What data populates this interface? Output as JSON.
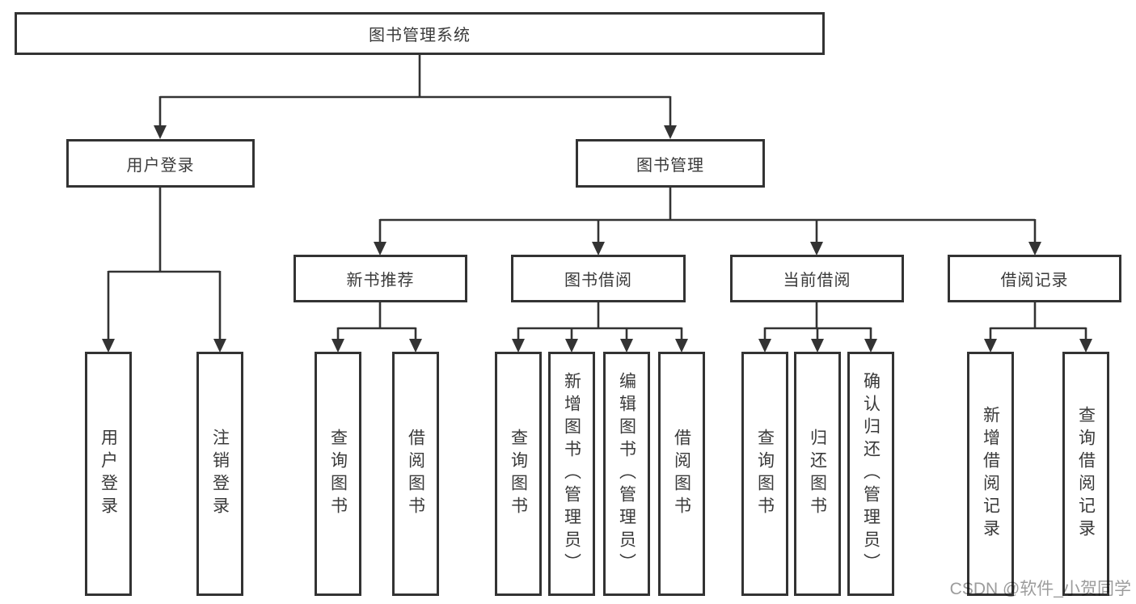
{
  "diagram": {
    "root": {
      "label": "图书管理系统"
    },
    "branches": [
      {
        "label": "用户登录",
        "children": [
          {
            "label": "用户登录"
          },
          {
            "label": "注销登录"
          }
        ]
      },
      {
        "label": "图书管理",
        "children": [
          {
            "label": "新书推荐",
            "children": [
              {
                "label": "查询图书"
              },
              {
                "label": "借阅图书"
              }
            ]
          },
          {
            "label": "图书借阅",
            "children": [
              {
                "label": "查询图书"
              },
              {
                "label": "新增图书（管理员）"
              },
              {
                "label": "编辑图书（管理员）"
              },
              {
                "label": "借阅图书"
              }
            ]
          },
          {
            "label": "当前借阅",
            "children": [
              {
                "label": "查询图书"
              },
              {
                "label": "归还图书"
              },
              {
                "label": "确认归还（管理员）"
              }
            ]
          },
          {
            "label": "借阅记录",
            "children": [
              {
                "label": "新增借阅记录"
              },
              {
                "label": "查询借阅记录"
              }
            ]
          }
        ]
      }
    ]
  },
  "watermark": {
    "text": "CSDN @软件_小贺同学"
  },
  "colors": {
    "line": "#333333",
    "text": "#3a3a3a",
    "watermark": "#9c9c9c",
    "bg": "#ffffff"
  }
}
